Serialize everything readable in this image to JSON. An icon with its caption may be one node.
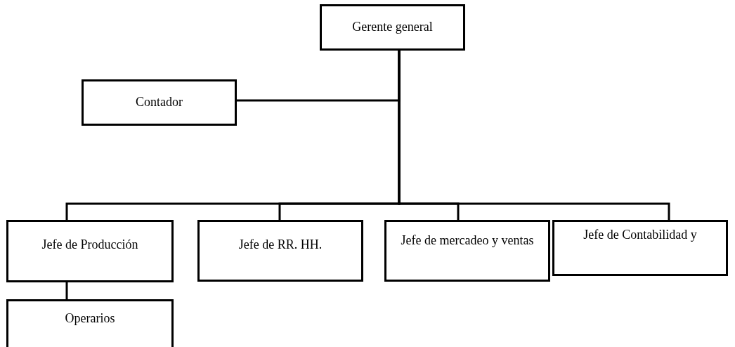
{
  "diagram": {
    "nodes": [
      {
        "text": [
          "Gerente general"
        ]
      },
      {
        "text": [
          "Contador"
        ]
      },
      {
        "text": [
          "Jefe de Producción"
        ]
      },
      {
        "text": [
          "Jefe de RR. HH."
        ]
      },
      {
        "text": [
          "Jefe de mercadeo y ventas"
        ]
      },
      {
        "text": [
          "Jefe de Contabilidad y"
        ]
      },
      {
        "text": [
          "Operarios"
        ]
      }
    ],
    "edges": [
      {
        "from": 0,
        "to": 1,
        "arrow": "none"
      },
      {
        "from": 0,
        "to": 2,
        "arrow": "none"
      },
      {
        "from": 0,
        "to": 3,
        "arrow": "none"
      },
      {
        "from": 0,
        "to": 4,
        "arrow": "none"
      },
      {
        "from": 0,
        "to": 5,
        "arrow": "none"
      },
      {
        "from": 2,
        "to": 6,
        "arrow": "none"
      }
    ]
  }
}
